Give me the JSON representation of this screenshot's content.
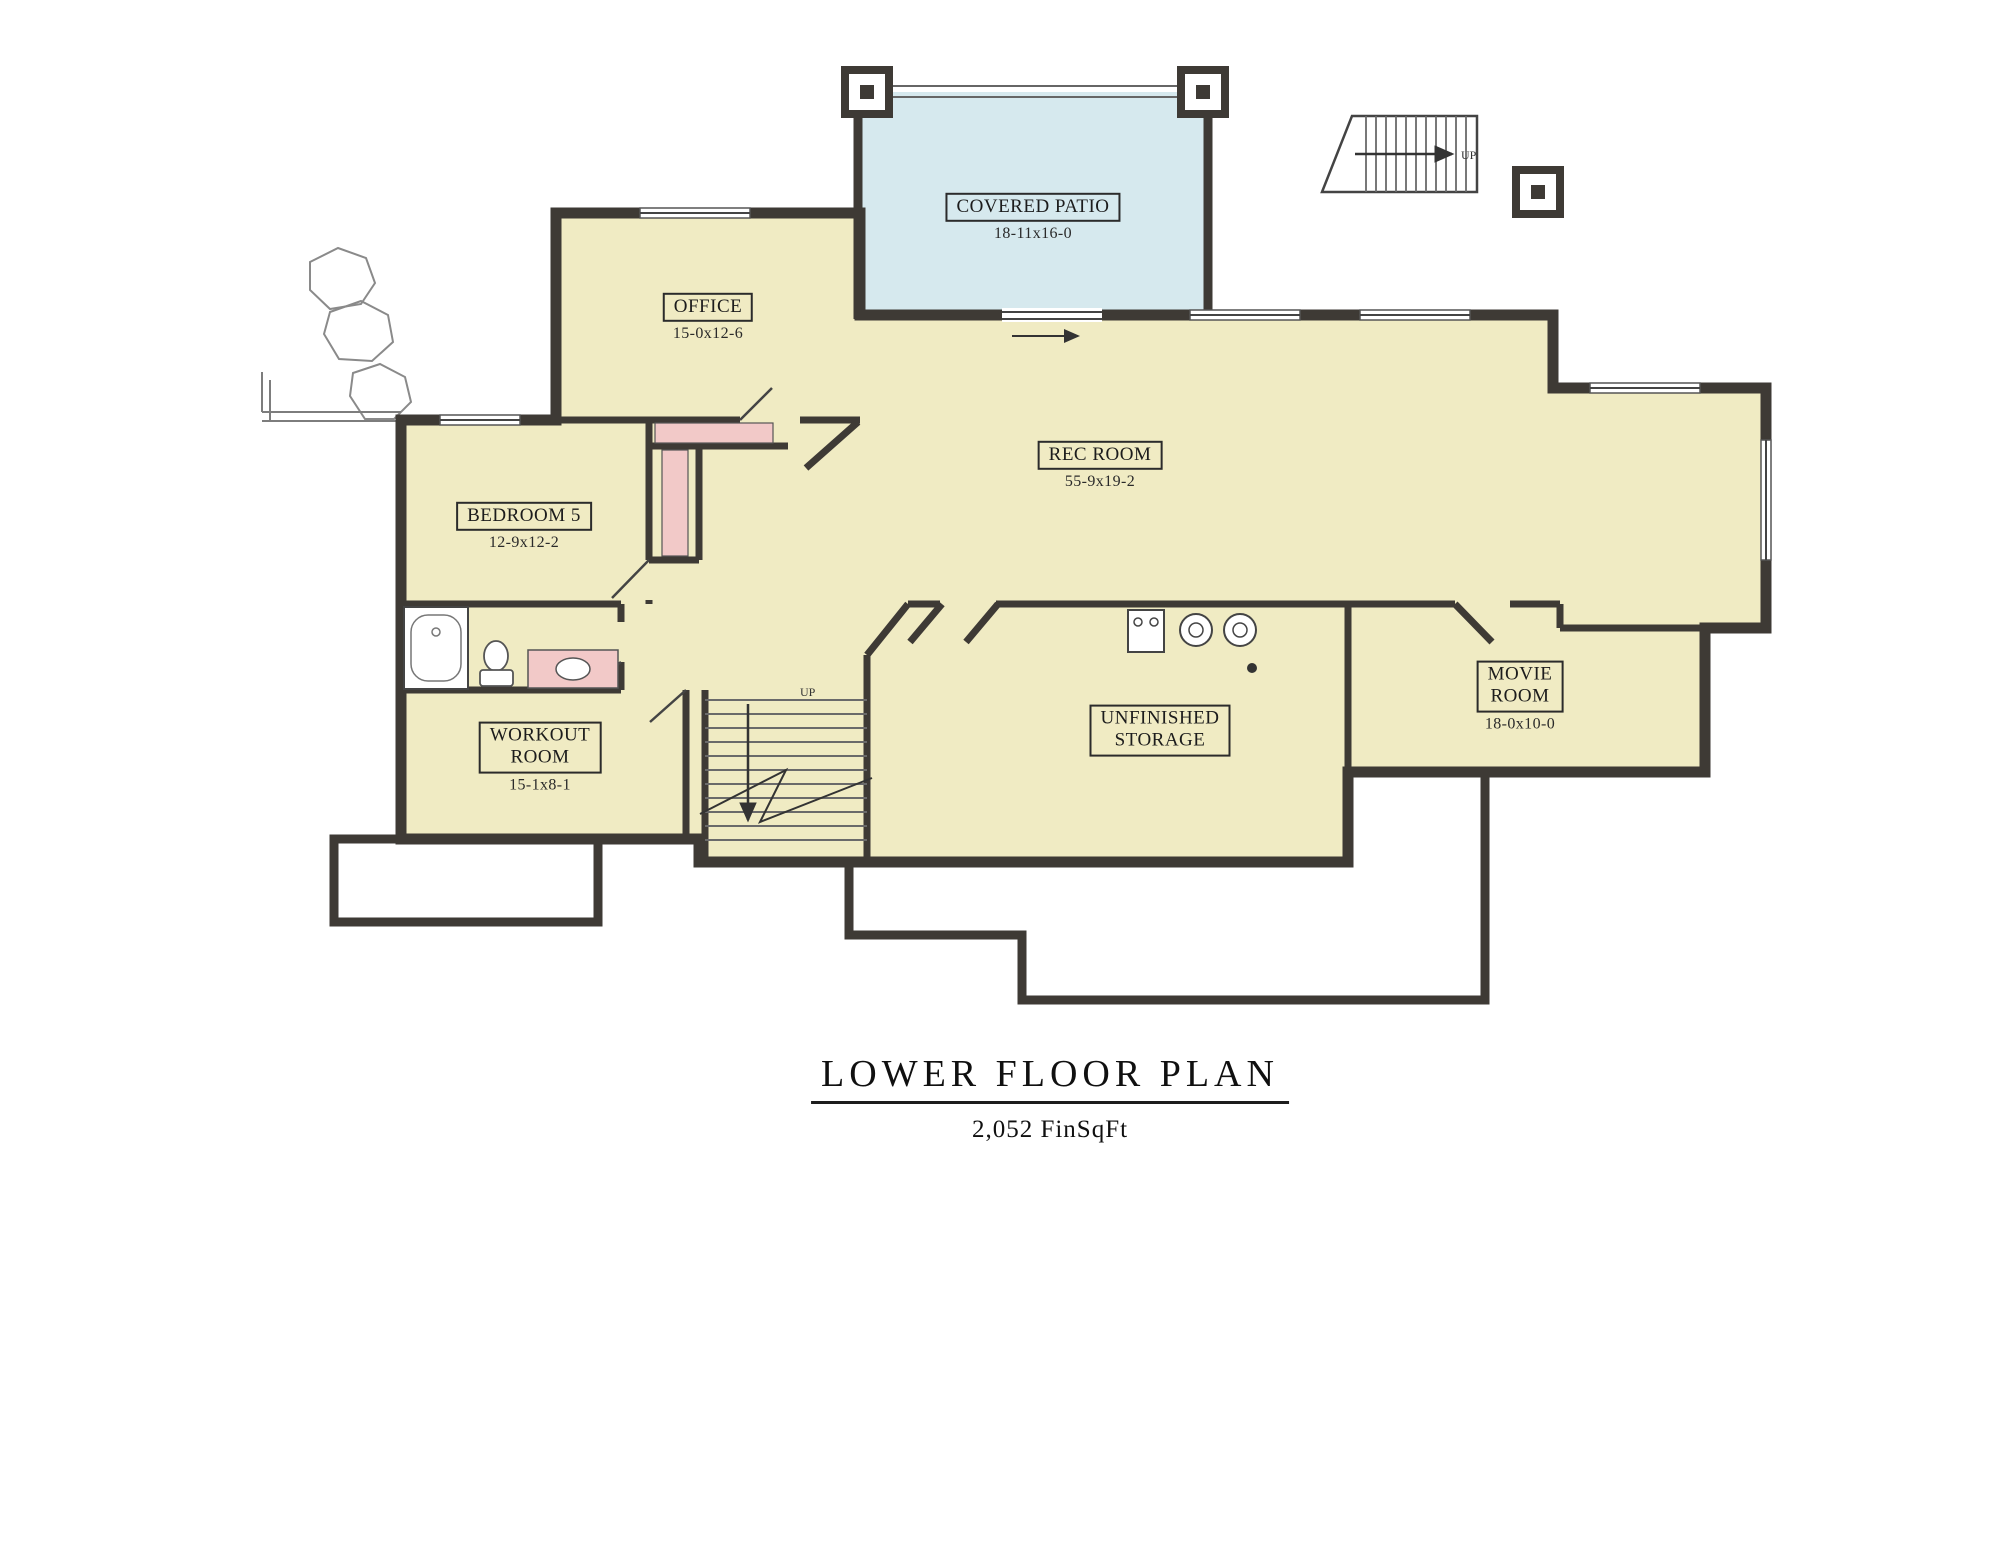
{
  "plan": {
    "title": "LOWER FLOOR PLAN",
    "subtitle": "2,052 FinSqFt"
  },
  "rooms": {
    "covered_patio": {
      "name": "COVERED PATIO",
      "dims": "18-11x16-0"
    },
    "office": {
      "name": "OFFICE",
      "dims": "15-0x12-6"
    },
    "rec_room": {
      "name": "REC ROOM",
      "dims": "55-9x19-2"
    },
    "bedroom_5": {
      "name": "BEDROOM 5",
      "dims": "12-9x12-2"
    },
    "workout_room": {
      "name": "WORKOUT\nROOM",
      "dims": "15-1x8-1"
    },
    "unfinished_storage": {
      "name": "UNFINISHED\nSTORAGE",
      "dims": ""
    },
    "movie_room": {
      "name": "MOVIE\nROOM",
      "dims": "18-0x10-0"
    }
  },
  "stairs": {
    "up_label": "UP"
  },
  "colors": {
    "room_fill": "#f0ebc3",
    "patio_fill": "#d6e9ee",
    "wall": "#3e3a35",
    "fixture_pink": "#f2c9c8",
    "background": "#ffffff"
  }
}
